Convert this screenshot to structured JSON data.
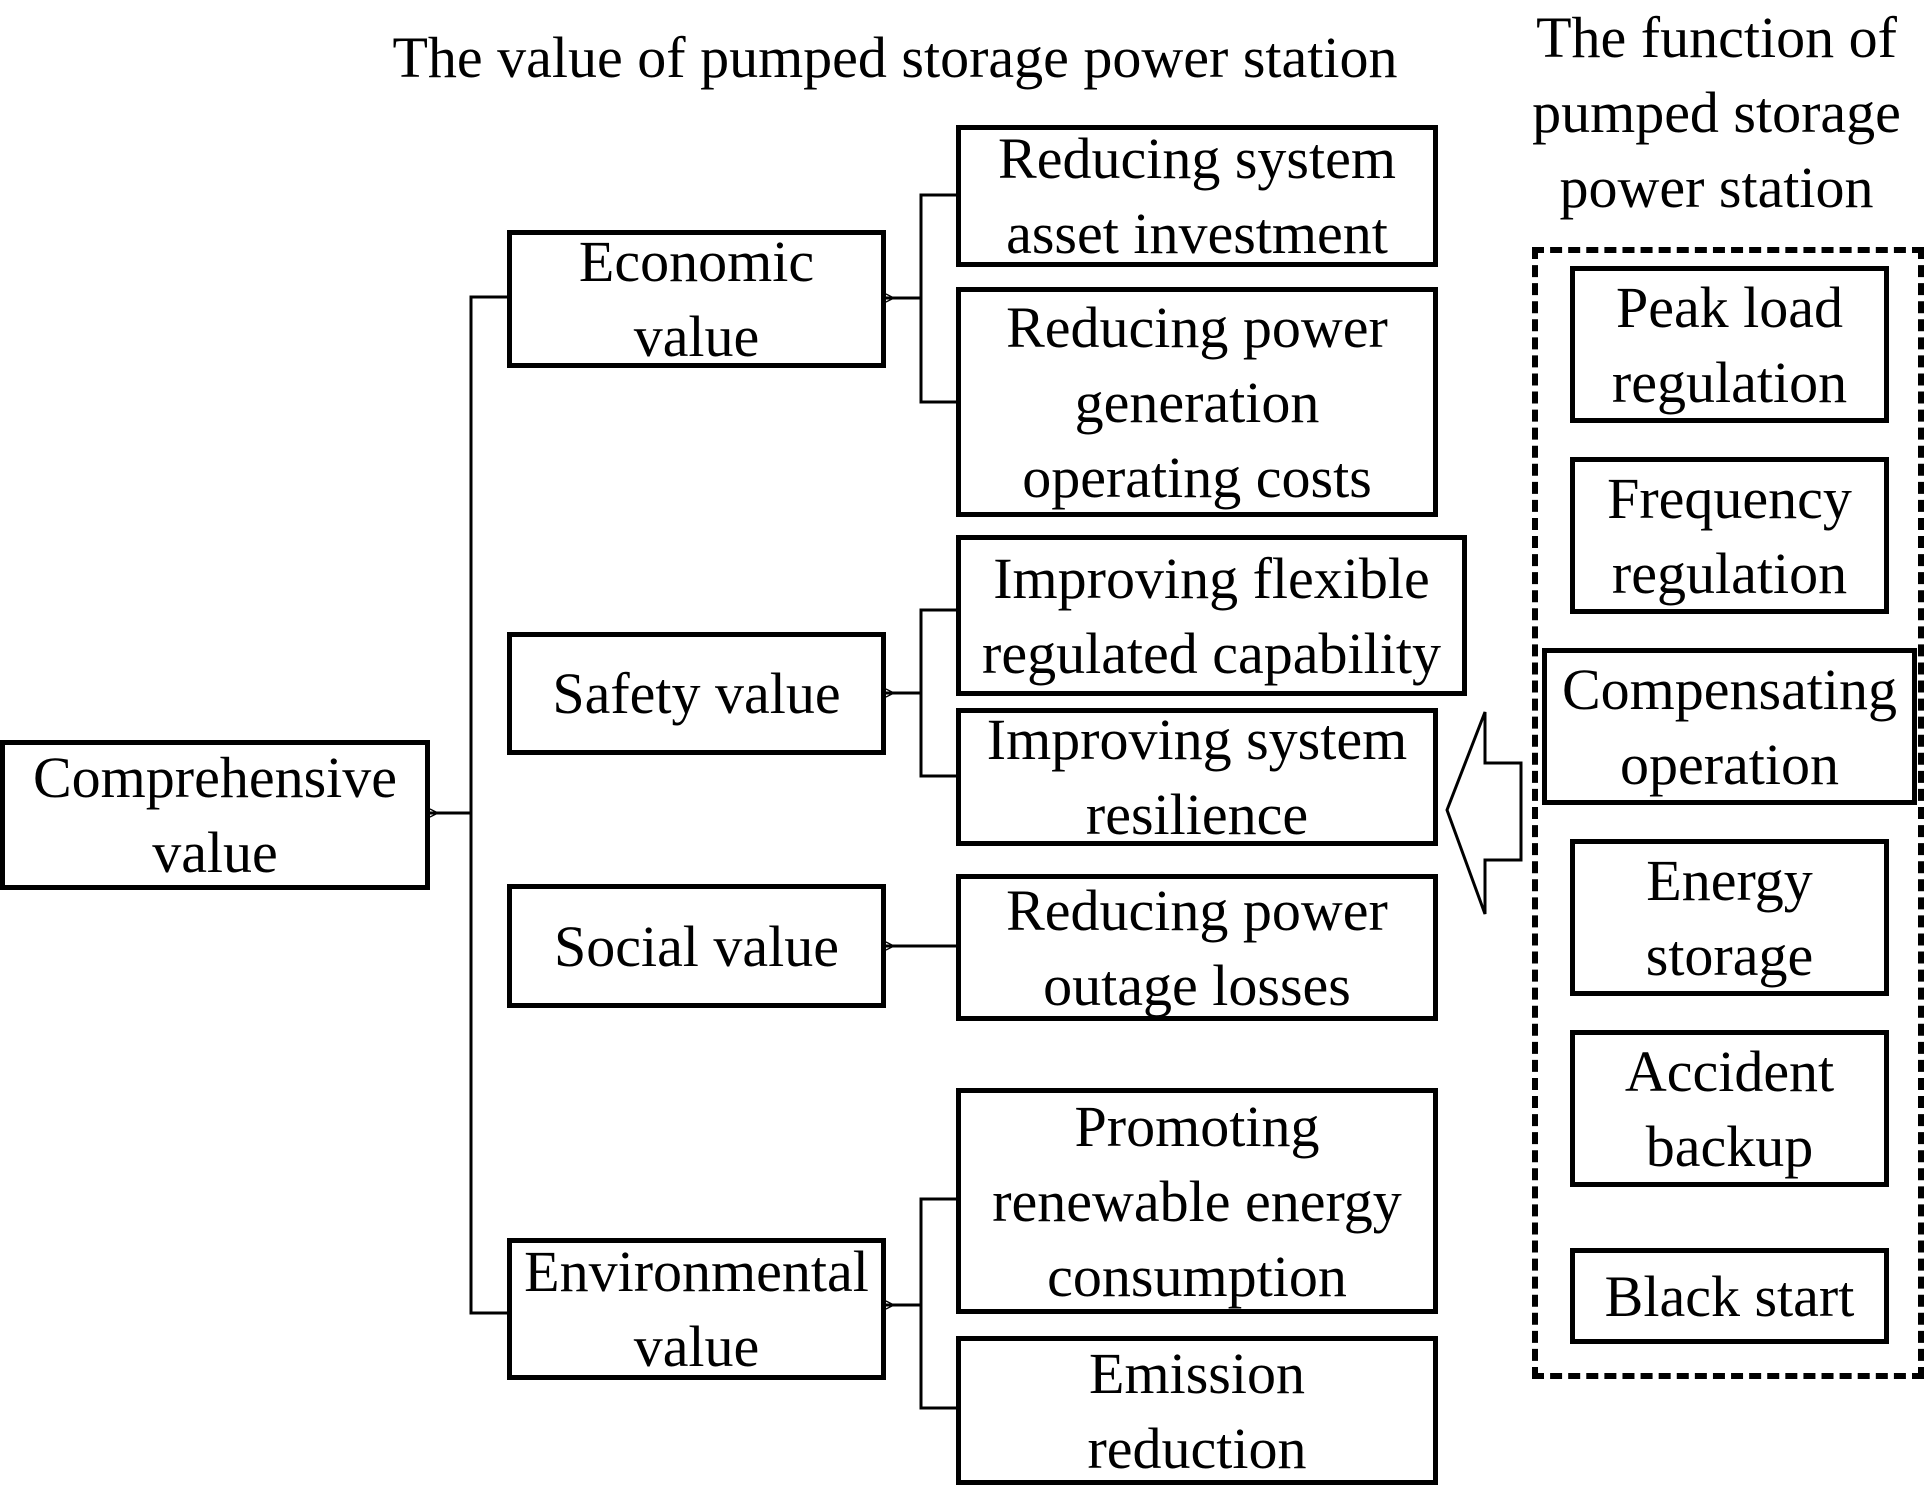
{
  "titles": {
    "value": "The value of pumped storage power station",
    "function_lines": [
      "The function of",
      "pumped storage",
      "power station"
    ]
  },
  "root": {
    "lines": [
      "Comprehensive",
      "value"
    ]
  },
  "categories": [
    {
      "lines": [
        "Economic",
        "value"
      ]
    },
    {
      "lines": [
        "Safety value"
      ]
    },
    {
      "lines": [
        "Social value"
      ]
    },
    {
      "lines": [
        "Environmental",
        "value"
      ]
    }
  ],
  "items": [
    {
      "lines": [
        "Reducing system",
        "asset investment"
      ]
    },
    {
      "lines": [
        "Reducing power",
        "generation",
        "operating costs"
      ]
    },
    {
      "lines": [
        "Improving flexible",
        "regulated capability"
      ]
    },
    {
      "lines": [
        "Improving system",
        "resilience"
      ]
    },
    {
      "lines": [
        "Reducing power",
        "outage losses"
      ]
    },
    {
      "lines": [
        "Promoting",
        "renewable energy",
        "consumption"
      ]
    },
    {
      "lines": [
        "Emission",
        "reduction"
      ]
    }
  ],
  "functions": [
    {
      "lines": [
        "Peak load",
        "regulation"
      ]
    },
    {
      "lines": [
        "Frequency",
        "regulation"
      ]
    },
    {
      "lines": [
        "Compensating",
        "operation"
      ]
    },
    {
      "lines": [
        "Energy",
        "storage"
      ]
    },
    {
      "lines": [
        "Accident",
        "backup"
      ]
    },
    {
      "lines": [
        "Black start"
      ]
    }
  ]
}
